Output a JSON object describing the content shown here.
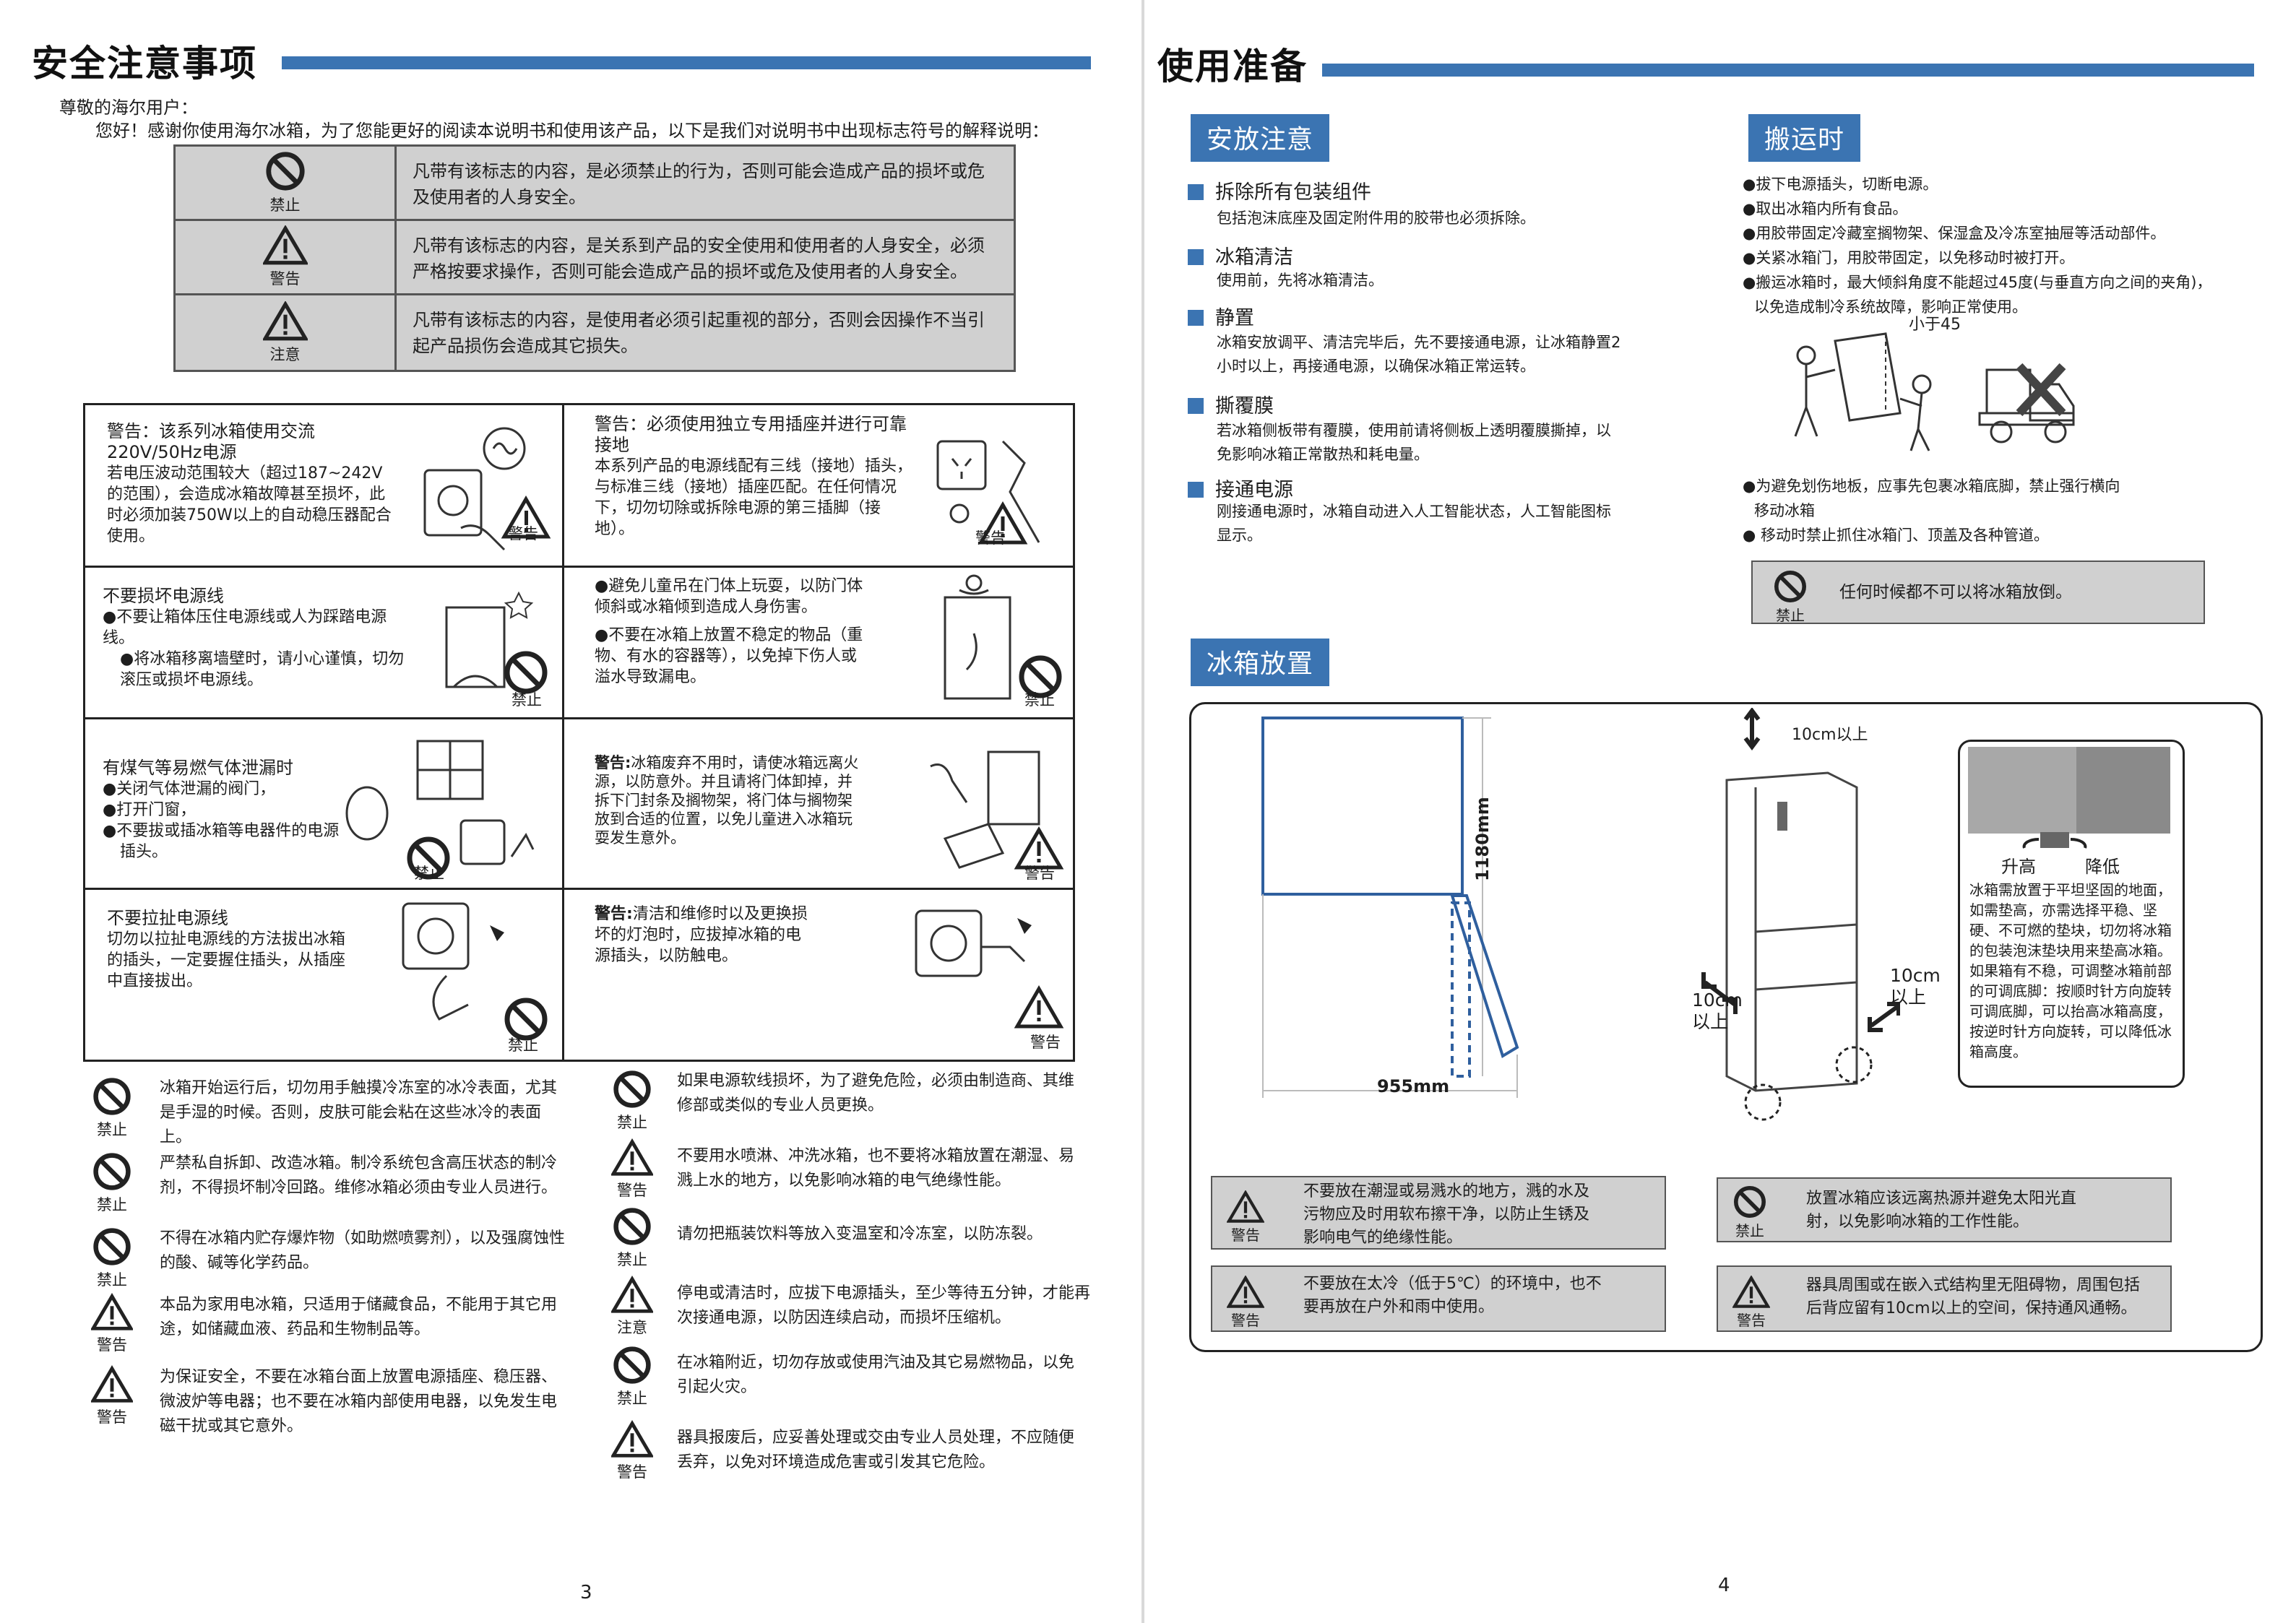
{
  "left": {
    "title": "安全注意事项",
    "greeting": "尊敬的海尔用户：",
    "intro": "您好！感谢你使用海尔冰箱，为了您能更好的阅读本说明书和使用该产品，以下是我们对说明书中出现标志符号的解释说明：",
    "legend": [
      {
        "icon": "prohibit-icon",
        "label": "禁止",
        "text": "凡带有该标志的内容，是必须禁止的行为，否则可能会造成产品的损坏或危及使用者的人身安全。"
      },
      {
        "icon": "warning-icon",
        "label": "警告",
        "text": "凡带有该标志的内容，是关系到产品的安全使用和使用者的人身安全，必须严格按要求操作，否则可能会造成产品的损坏或危及使用者的人身安全。"
      },
      {
        "icon": "caution-icon",
        "label": "注意",
        "text": "凡带有该标志的内容，是使用者必须引起重视的部分，否则会因操作不当引起产品损伤会造成其它损失。"
      }
    ],
    "grid": {
      "c1": {
        "title": "警告：该系列冰箱使用交流220V/50Hz电源",
        "body": "若电压波动范围较大（超过187~242V的范围），会造成冰箱故障甚至损坏，此时必须加装750W以上的自动稳压器配合使用。",
        "label": "警告"
      },
      "c2": {
        "title": "警告：必须使用独立专用插座并进行可靠接地",
        "body": "本系列产品的电源线配有三线（接地）插头，与标准三线（接地）插座匹配。在任何情况下，切勿切除或拆除电源的第三插脚（接地）。",
        "label": "警告"
      },
      "c3": {
        "title": "不要损坏电源线",
        "b1": "●不要让箱体压住电源线或人为踩踏电源线。",
        "b2": "●将冰箱移离墙壁时，请小心谨慎，切勿滚压或损坏电源线。",
        "label": "禁止"
      },
      "c4": {
        "b1": "●避免儿童吊在门体上玩耍，以防门体倾斜或冰箱倾到造成人身伤害。",
        "b2": "●不要在冰箱上放置不稳定的物品（重物、有水的容器等），以免掉下伤人或溢水导致漏电。",
        "label": "禁止"
      },
      "c5": {
        "title": "有煤气等易燃气体泄漏时",
        "b1": "●关闭气体泄漏的阀门，",
        "b2": "●打开门窗，",
        "b3": "●不要拔或插冰箱等电器件的电源插头。",
        "label": "禁止"
      },
      "c6": {
        "lead": "警告:",
        "body": "冰箱废弃不用时，请使冰箱远离火源，以防意外。并且请将门体卸掉，并拆下门封条及搁物架，将门体与搁物架放到合适的位置，以免儿童进入冰箱玩耍发生意外。",
        "label": "警告"
      },
      "c7": {
        "title": "不要拉扯电源线",
        "body": "切勿以拉扯电源线的方法拔出冰箱的插头，一定要握住插头，从插座中直接拔出。",
        "label": "禁止"
      },
      "c8": {
        "lead": "警告:",
        "body": "清洁和维修时以及更换损坏的灯泡时，应拔掉冰箱的电源插头，以防触电。",
        "label": "警告"
      }
    },
    "list_left": [
      {
        "icon": "prohibit-icon",
        "label": "禁止",
        "text": "冰箱开始运行后，切勿用手触摸冷冻室的冰冷表面，尤其是手湿的时候。否则，皮肤可能会粘在这些冰冷的表面上。"
      },
      {
        "icon": "prohibit-icon",
        "label": "禁止",
        "text": "严禁私自拆卸、改造冰箱。制冷系统包含高压状态的制冷剂，不得损坏制冷回路。维修冰箱必须由专业人员进行。"
      },
      {
        "icon": "prohibit-icon",
        "label": "禁止",
        "text": "不得在冰箱内贮存爆炸物（如助燃喷雾剂），以及强腐蚀性的酸、碱等化学药品。"
      },
      {
        "icon": "warning-icon",
        "label": "警告",
        "text": "本品为家用电冰箱，只适用于储藏食品，不能用于其它用途，如储藏血液、药品和生物制品等。"
      },
      {
        "icon": "warning-icon",
        "label": "警告",
        "text": "为保证安全，不要在冰箱台面上放置电源插座、稳压器、微波炉等电器；也不要在冰箱内部使用电器，以免发生电磁干扰或其它意外。"
      }
    ],
    "list_right": [
      {
        "icon": "prohibit-icon",
        "label": "禁止",
        "text": "如果电源软线损坏，为了避免危险，必须由制造商、其维修部或类似的专业人员更换。"
      },
      {
        "icon": "warning-icon",
        "label": "警告",
        "text": "不要用水喷淋、冲洗冰箱，也不要将冰箱放置在潮湿、易溅上水的地方，以免影响冰箱的电气绝缘性能。"
      },
      {
        "icon": "prohibit-icon",
        "label": "禁止",
        "text": "请勿把瓶装饮料等放入变温室和冷冻室，以防冻裂。"
      },
      {
        "icon": "caution-icon",
        "label": "注意",
        "text": "停电或清洁时，应拔下电源插头，至少等待五分钟，才能再次接通电源，以防因连续启动，而损坏压缩机。"
      },
      {
        "icon": "prohibit-icon",
        "label": "禁止",
        "text": "在冰箱附近，切勿存放或使用汽油及其它易燃物品，以免引起火灾。"
      },
      {
        "icon": "warning-icon",
        "label": "警告",
        "text": "器具报废后，应妥善处理或交由专业人员处理，不应随便丢弃，以免对环境造成危害或引发其它危险。"
      }
    ],
    "page_number": "3"
  },
  "right": {
    "title": "使用准备",
    "placement_title": "安放注意",
    "prep": [
      {
        "title": "拆除所有包装组件",
        "body": "包括泡沫底座及固定附件用的胶带也必须拆除。"
      },
      {
        "title": "冰箱清洁",
        "body": "使用前，先将冰箱清洁。"
      },
      {
        "title": "静置",
        "body": "冰箱安放调平、清洁完毕后，先不要接通电源，让冰箱静置2小时以上，再接通电源，以确保冰箱正常运转。"
      },
      {
        "title": "撕覆膜",
        "body": "若冰箱侧板带有覆膜，使用前请将侧板上透明覆膜撕掉，以免影响冰箱正常散热和耗电量。"
      },
      {
        "title": "接通电源",
        "body": "刚接通电源时，冰箱自动进入人工智能状态，人工智能图标显示。"
      }
    ],
    "transport_title": "搬运时",
    "transport": [
      "●拔下电源插头，切断电源。",
      "●取出冰箱内所有食品。",
      "●用胶带固定冷藏室搁物架、保湿盒及冷冻室抽屉等活动部件。",
      "●关紧冰箱门，用胶带固定，以免移动时被打开。",
      "●搬运冰箱时，最大倾斜角度不能超过45度(与垂直方向之间的夹角)，",
      "以免造成制冷系统故障，影响正常使用。"
    ],
    "tilt_label": "小于45",
    "transport2": [
      "●为避免划伤地板，应事先包裹冰箱底脚，禁止强行横向",
      "移动冰箱",
      "● 移动时禁止抓住冰箱门、顶盖及各种管道。"
    ],
    "transport_box": {
      "label": "禁止",
      "text": "任何时候都不可以将冰箱放倒。"
    },
    "positioning_title": "冰箱放置",
    "dims": {
      "height": "1180mm",
      "width": "955mm",
      "top": "10cm以上",
      "side_left": "10cm\n以上",
      "side_right": "10cm\n以上"
    },
    "leveling": {
      "up": "升高",
      "down": "降低",
      "text": "冰箱需放置于平坦坚固的地面，如需垫高，亦需选择平稳、坚硬、不可燃的垫块，切勿将冰箱的包装泡沫垫块用来垫高冰箱。如果箱有不稳，可调整冰箱前部的可调底脚：按顺时针方向旋转可调底脚，可以抬高冰箱高度，按逆时针方向旋转，可以降低冰箱高度。"
    },
    "boxes": [
      {
        "label": "警告",
        "icon": "warning-icon",
        "text": "不要放在潮湿或易溅水的地方，溅的水及污物应及时用软布擦干净，以防止生锈及影响电气的绝缘性能。"
      },
      {
        "label": "禁止",
        "icon": "prohibit-icon",
        "text": "放置冰箱应该远离热源并避免太阳光直射，以免影响冰箱的工作性能。"
      },
      {
        "label": "警告",
        "icon": "warning-icon",
        "text": "不要放在太冷（低于5℃）的环境中，也不要再放在户外和雨中使用。"
      },
      {
        "label": "警告",
        "icon": "warning-icon",
        "text": "器具周围或在嵌入式结构里无阻碍物，周围包括后背应留有10cm以上的空间，保持通风通畅。"
      }
    ],
    "page_number": "4"
  }
}
